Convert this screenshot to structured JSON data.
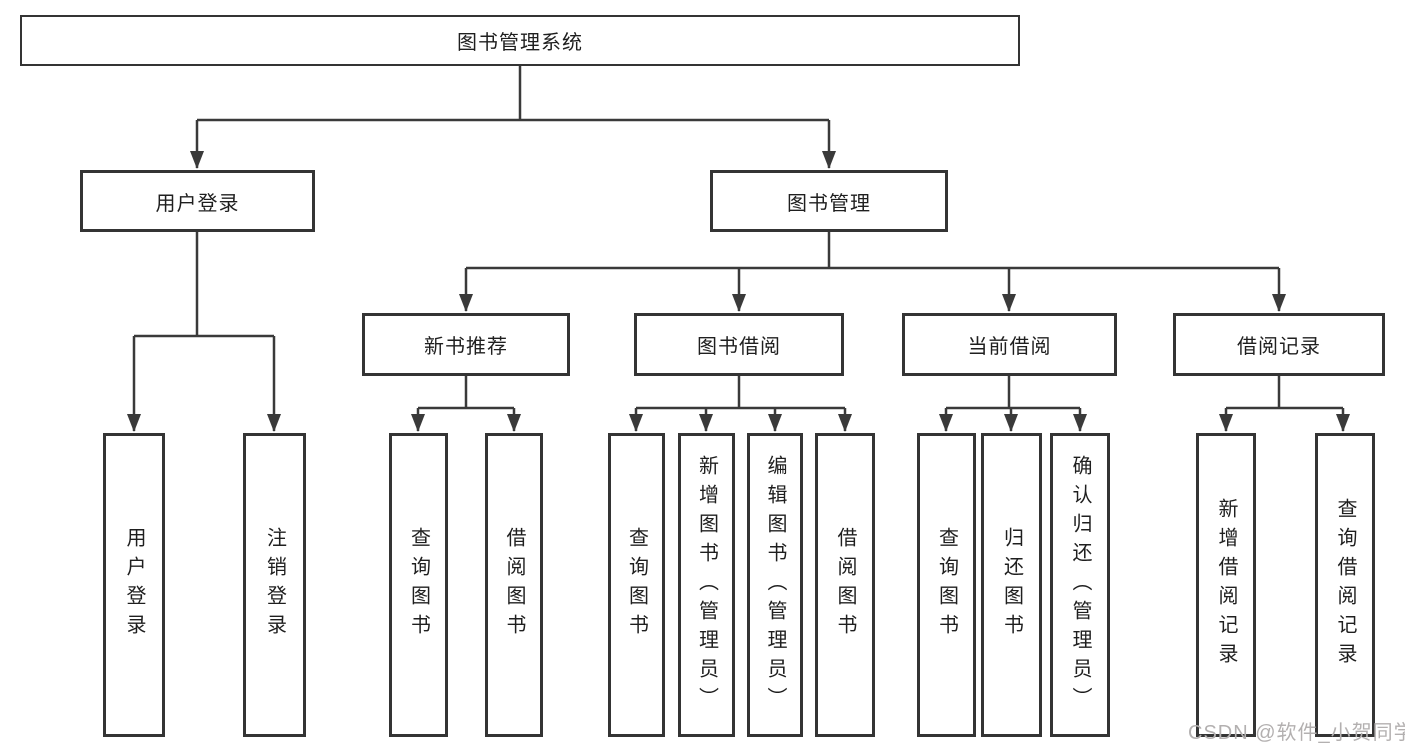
{
  "root": {
    "label": "图书管理系统",
    "children": [
      {
        "label": "用户登录",
        "children": [
          {
            "label": "用户登录"
          },
          {
            "label": "注销登录"
          }
        ]
      },
      {
        "label": "图书管理",
        "children": [
          {
            "label": "新书推荐",
            "children": [
              {
                "label": "查询图书"
              },
              {
                "label": "借阅图书"
              }
            ]
          },
          {
            "label": "图书借阅",
            "children": [
              {
                "label": "查询图书"
              },
              {
                "label": "新增图书（管理员）"
              },
              {
                "label": "编辑图书（管理员）"
              },
              {
                "label": "借阅图书"
              }
            ]
          },
          {
            "label": "当前借阅",
            "children": [
              {
                "label": "查询图书"
              },
              {
                "label": "归还图书"
              },
              {
                "label": "确认归还（管理员）"
              }
            ]
          },
          {
            "label": "借阅记录",
            "children": [
              {
                "label": "新增借阅记录"
              },
              {
                "label": "查询借阅记录"
              }
            ]
          }
        ]
      }
    ]
  },
  "watermark": {
    "text": "CSDN @软件_小贺同学"
  },
  "colors": {
    "line": "#3a3a3a",
    "border": "#343434",
    "text": "#1f1f1f",
    "watermark": "#b3b0b0"
  }
}
